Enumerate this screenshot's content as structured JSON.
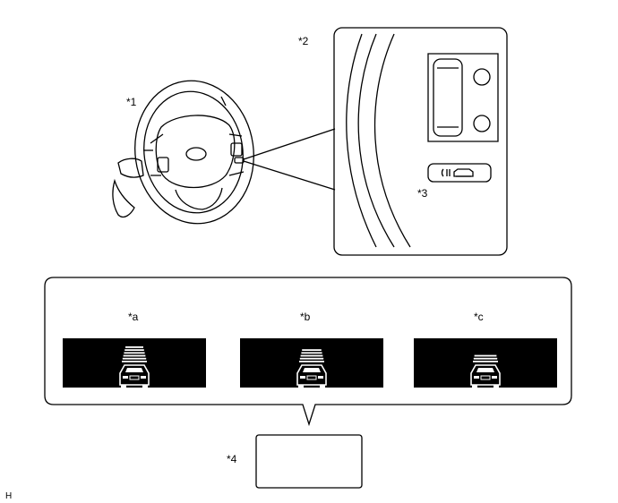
{
  "labels": {
    "wheel": "*1",
    "detail": "*2",
    "switch": "*3",
    "display": "*4",
    "a": "*a",
    "b": "*b",
    "c": "*c",
    "corner": "H"
  },
  "display_levels": {
    "a": 6,
    "b": 5,
    "c": 3
  },
  "colors": {
    "panel": "#000000",
    "icon": "#ffffff",
    "line": "#000000"
  },
  "icons": {
    "switch_symbol": "distance-control-icon",
    "display_symbol": "vehicle-distance-icon"
  }
}
